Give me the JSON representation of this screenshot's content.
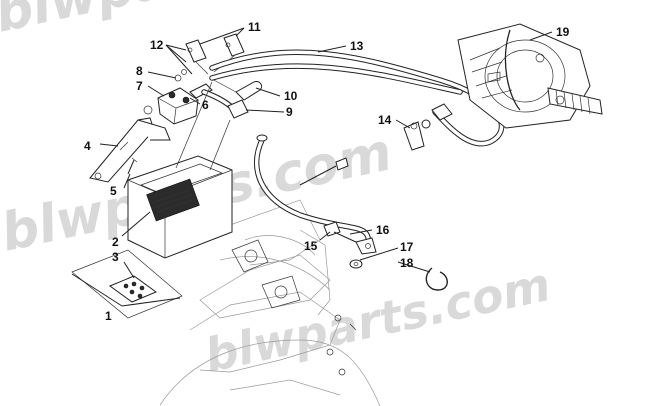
{
  "watermark": {
    "line_a": "blwparts.com",
    "line_b": "blwparts.com",
    "line_c": "blwparts.com"
  },
  "callouts": [
    {
      "id": "c1",
      "label": "1"
    },
    {
      "id": "c2",
      "label": "2"
    },
    {
      "id": "c3",
      "label": "3"
    },
    {
      "id": "c4",
      "label": "4"
    },
    {
      "id": "c5",
      "label": "5"
    },
    {
      "id": "c6",
      "label": "6"
    },
    {
      "id": "c7",
      "label": "7"
    },
    {
      "id": "c8",
      "label": "8"
    },
    {
      "id": "c9",
      "label": "9"
    },
    {
      "id": "c10",
      "label": "10"
    },
    {
      "id": "c11",
      "label": "11"
    },
    {
      "id": "c12",
      "label": "12"
    },
    {
      "id": "c13",
      "label": "13"
    },
    {
      "id": "c14",
      "label": "14"
    },
    {
      "id": "c15",
      "label": "15"
    },
    {
      "id": "c16",
      "label": "16"
    },
    {
      "id": "c17",
      "label": "17"
    },
    {
      "id": "c18",
      "label": "18"
    },
    {
      "id": "c19",
      "label": "19"
    }
  ]
}
